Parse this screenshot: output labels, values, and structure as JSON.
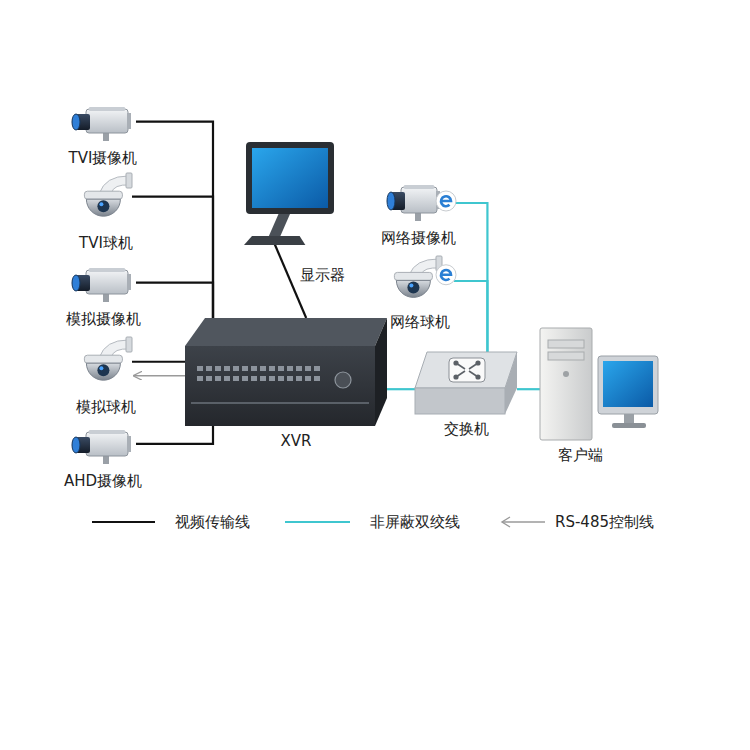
{
  "diagram": {
    "nodes": [
      {
        "text": [
          "TVI摄像机"
        ]
      },
      {
        "text": [
          "TVI球机"
        ]
      },
      {
        "text": [
          "模拟摄像机"
        ]
      },
      {
        "text": [
          "模拟球机"
        ]
      },
      {
        "text": [
          "AHD摄像机"
        ]
      },
      {
        "text": [
          "显示器"
        ]
      },
      {
        "text": [
          "XVR"
        ]
      },
      {
        "text": [
          "网络摄像机"
        ]
      },
      {
        "text": [
          "网络球机"
        ]
      },
      {
        "text": [
          "交换机"
        ]
      },
      {
        "text": [
          "客户端"
        ]
      }
    ],
    "edges": [
      {
        "from": 0,
        "to": 6,
        "arrow": "none"
      },
      {
        "from": 1,
        "to": 6,
        "arrow": "none"
      },
      {
        "from": 2,
        "to": 6,
        "arrow": "none"
      },
      {
        "from": 3,
        "to": 6,
        "arrow": "none"
      },
      {
        "from": 4,
        "to": 6,
        "arrow": "none"
      },
      {
        "from": 6,
        "to": 3,
        "arrow": "to"
      },
      {
        "from": 5,
        "to": 6,
        "arrow": "none"
      },
      {
        "from": 6,
        "to": 9,
        "arrow": "none"
      },
      {
        "from": 7,
        "to": 9,
        "arrow": "none"
      },
      {
        "from": 8,
        "to": 9,
        "arrow": "none"
      },
      {
        "from": 9,
        "to": 10,
        "arrow": "none"
      }
    ],
    "legend": [
      {
        "text": "视频传输线"
      },
      {
        "text": "非屏蔽双绞线"
      },
      {
        "text": "RS-485控制线"
      }
    ]
  }
}
